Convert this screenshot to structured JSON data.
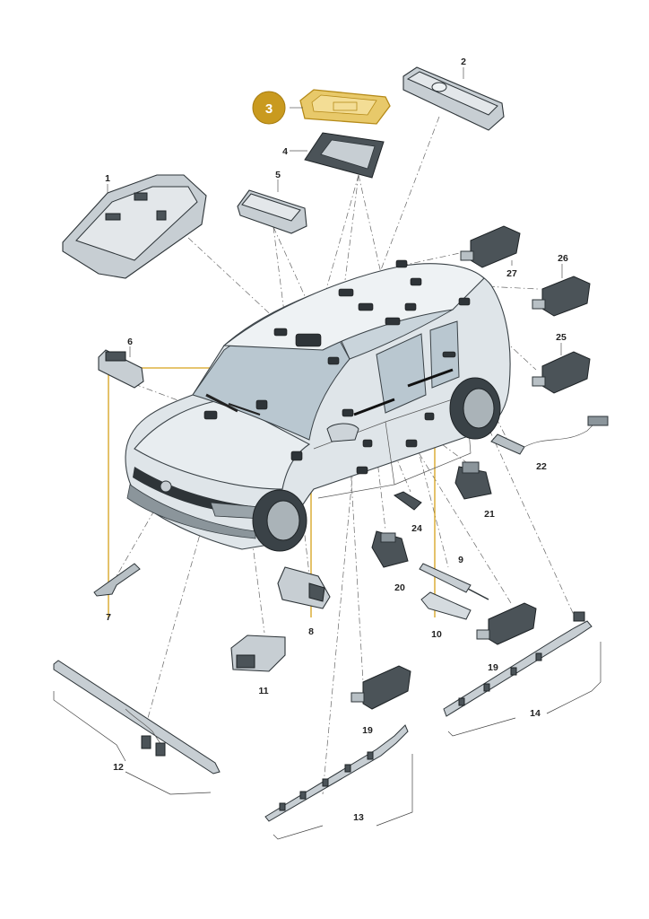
{
  "diagram": {
    "highlighted_callout": "3",
    "highlight_color": "#c99a1f",
    "labels": {
      "p1": "1",
      "p2": "2",
      "p3": "3",
      "p4": "4",
      "p5": "5",
      "p6": "6",
      "p7": "7",
      "p8": "8",
      "p9": "9",
      "p10": "10",
      "p11": "11",
      "p12": "12",
      "p13": "13",
      "p14": "14",
      "p19a": "19",
      "p19b": "19",
      "p20": "20",
      "p21": "21",
      "p22": "22",
      "p24": "24",
      "p25": "25",
      "p26": "26",
      "p27": "27"
    }
  }
}
